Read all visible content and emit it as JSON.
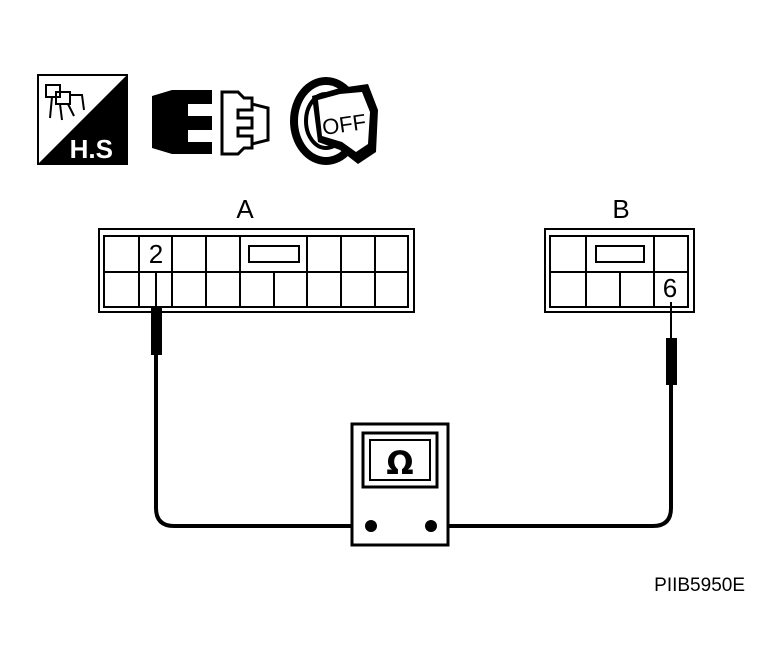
{
  "icons": {
    "hs_label": "H.S",
    "hs_icon": "harness-sensor-icon",
    "disconnect_icon": "connector-disconnect-icon",
    "ignition_label": "OFF",
    "ignition_icon": "ignition-key-off-icon"
  },
  "connectors": {
    "a": {
      "label": "A",
      "pin": "2"
    },
    "b": {
      "label": "B",
      "pin": "6"
    }
  },
  "meter": {
    "symbol": "Ω",
    "icon": "ohmmeter-icon"
  },
  "figure_code": "PIIB5950E",
  "colors": {
    "line": "#000000",
    "background": "#ffffff"
  }
}
